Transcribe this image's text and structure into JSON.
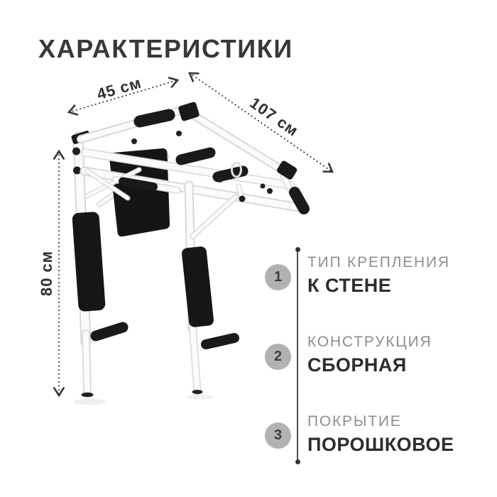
{
  "page": {
    "title": "ХАРАКТЕРИСТИКИ"
  },
  "dimensions": {
    "depth_label": "45 см",
    "width_label": "107 см",
    "height_label": "80 см"
  },
  "specs": [
    {
      "number": "1",
      "name": "ТИП КРЕПЛЕНИЯ",
      "value": "К СТЕНЕ"
    },
    {
      "number": "2",
      "name": "КОНСТРУКЦИЯ",
      "value": "СБОРНАЯ"
    },
    {
      "number": "3",
      "name": "ПОКРЫТИЕ",
      "value": "ПОРОШКОВОЕ"
    }
  ],
  "colors": {
    "heading_text": "#383838",
    "dimension_text": "#2f2f2f",
    "arrow": "#3a3a3a",
    "spec_name_text": "#8e8e8e",
    "spec_value_text": "#2d2d2d",
    "badge_background": "#b2b2b2",
    "badge_number": "#3d3d3d",
    "spec_rule": "#4d4d4d",
    "product_black": "#1a1a1a",
    "product_tube": "#fbfbfb",
    "product_tube_edge": "#d8d8d8",
    "background": "#ffffff"
  }
}
